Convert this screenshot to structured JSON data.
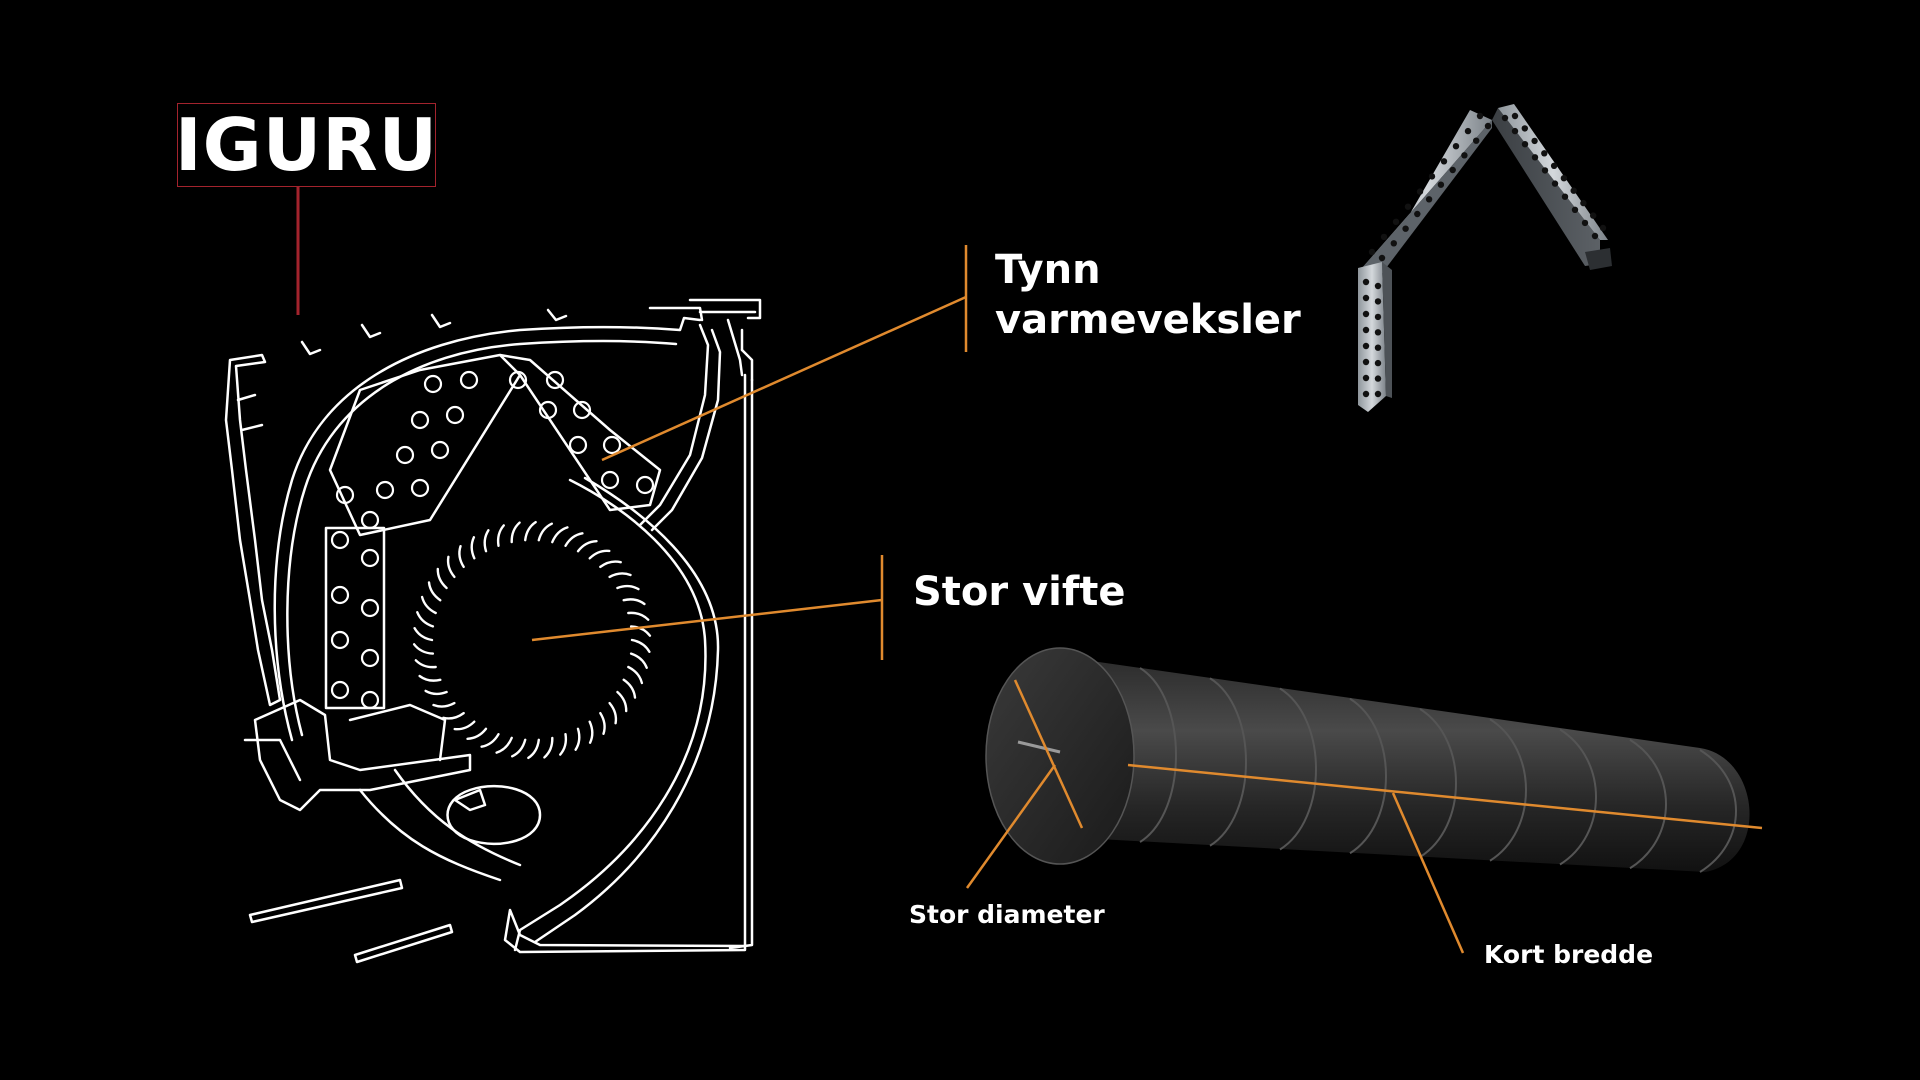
{
  "logo": {
    "text": "IGURU"
  },
  "labels": {
    "heat_exchanger_line1": "Tynn",
    "heat_exchanger_line2": "varmeveksler",
    "fan": "Stor vifte",
    "diameter": "Stor diameter",
    "width": "Kort bredde"
  },
  "colors": {
    "background": "#000000",
    "accent_line": "#e08a2e",
    "logo_border": "#a3232d",
    "outline": "#ffffff"
  }
}
